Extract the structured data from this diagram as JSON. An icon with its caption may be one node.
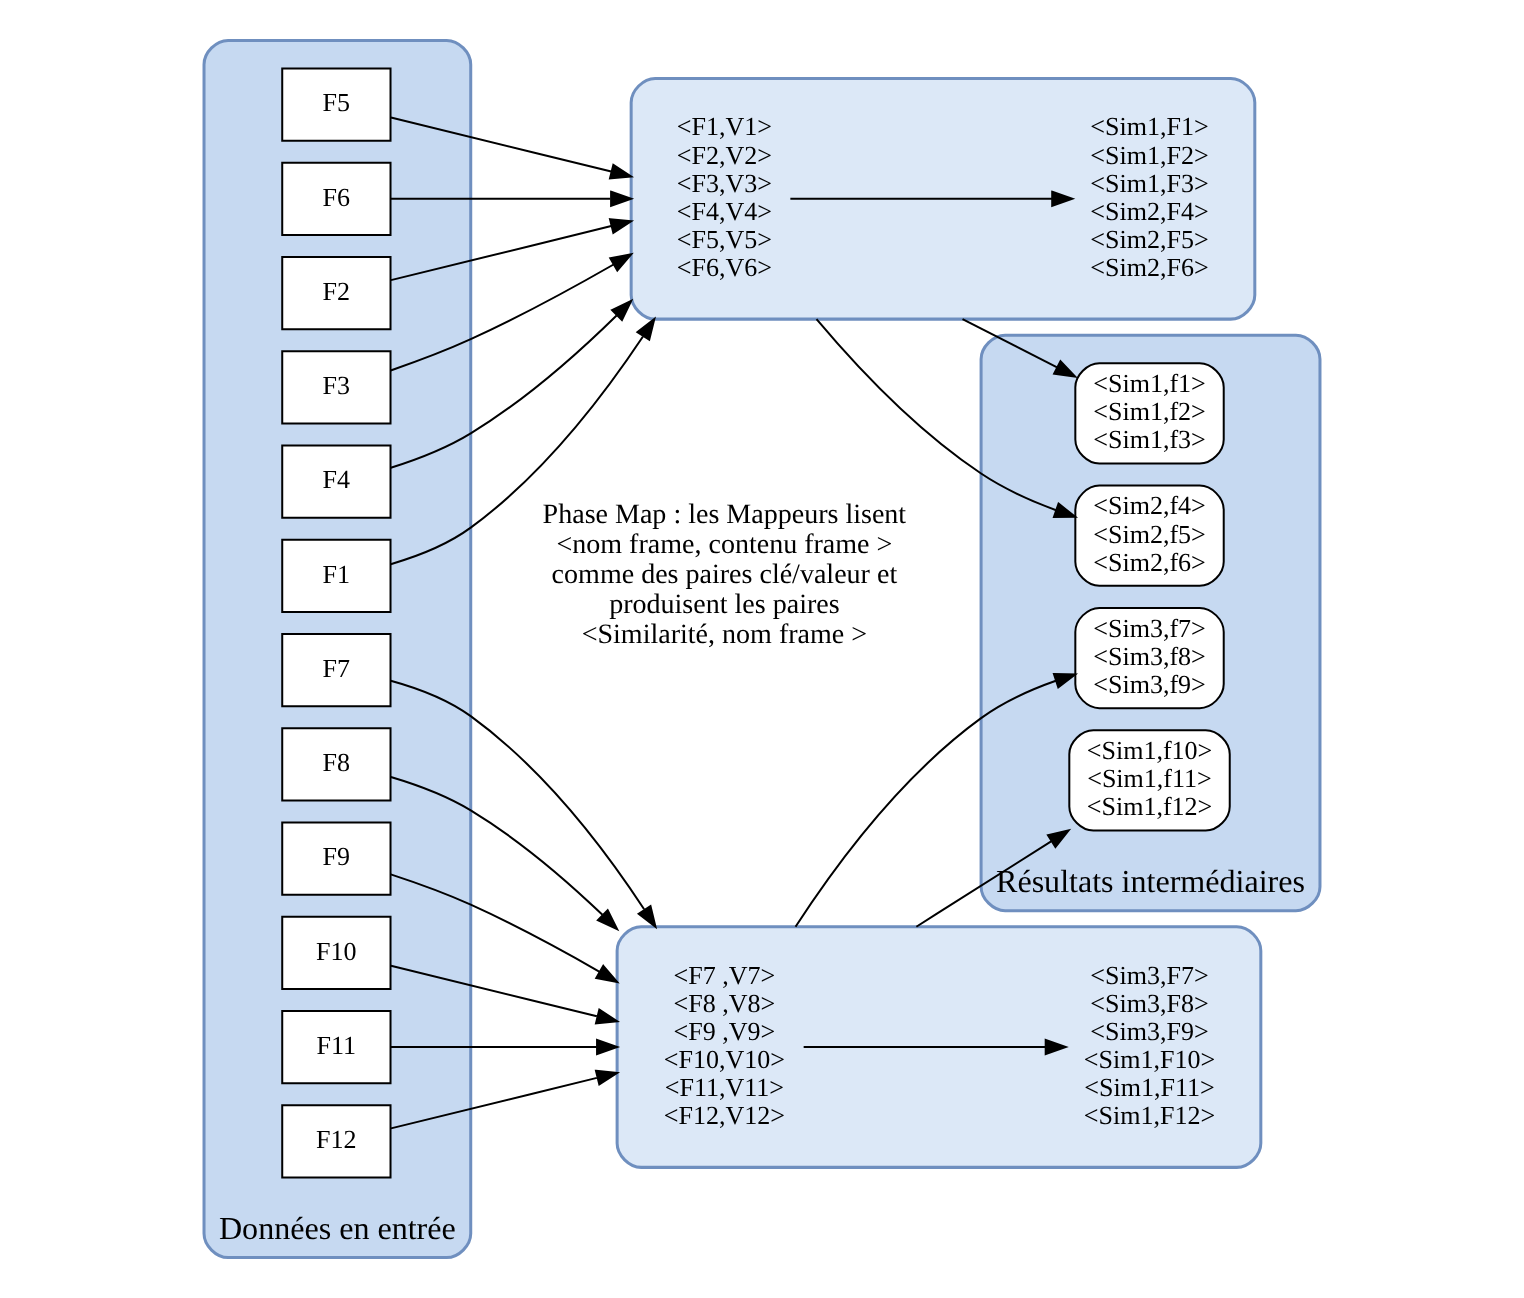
{
  "diagram": {
    "nodes": [
      {
        "text": [],
        "shape": "box",
        "beside": [
          "Données en entrée"
        ]
      },
      {
        "text": [
          "F1"
        ],
        "in": 0
      },
      {
        "text": [
          "F2"
        ],
        "in": 0
      },
      {
        "text": [
          "F3"
        ],
        "in": 0
      },
      {
        "text": [
          "F4"
        ],
        "in": 0
      },
      {
        "text": [
          "F5"
        ],
        "in": 0
      },
      {
        "text": [
          "F6"
        ],
        "in": 0
      },
      {
        "text": [
          "F7"
        ],
        "in": 0
      },
      {
        "text": [
          "F8"
        ],
        "in": 0
      },
      {
        "text": [
          "F9"
        ],
        "in": 0
      },
      {
        "text": [
          "F10"
        ],
        "in": 0
      },
      {
        "text": [
          "F11"
        ],
        "in": 0
      },
      {
        "text": [
          "F12"
        ],
        "in": 0
      },
      {
        "text": [],
        "shape": "box"
      },
      {
        "text": [
          "<F1,V1> <F2,V2> <F3,V3> <F4,V4> <F5,V5> <F6,V6>"
        ],
        "in": 13
      },
      {
        "text": [
          "<Sim1,F1> <Sim1,F2> <Sim1,F3> <Sim2,F4> <Sim2,F5> <Sim2,F6>"
        ],
        "in": 13
      },
      {
        "text": [],
        "shape": "box"
      },
      {
        "text": [
          "<F7 ,V7> <F8 ,V8> <F9 ,V9> <F10,V10> <F11,V11> <F12,V12>"
        ],
        "in": 16
      },
      {
        "text": [
          "<Sim3,F7> <Sim3,F8> <Sim3,F9> <Sim1,F10> <Sim1,F11> <Sim1,F12>"
        ],
        "in": 16
      },
      {
        "text": [],
        "shape": "box",
        "beside": [
          "Résultats intermédiaires"
        ]
      },
      {
        "text": [
          "<Sim1,f1> <Sim1,f2> <Sim1,f3>"
        ],
        "in": 19
      },
      {
        "text": [
          "<Sim2,f4> <Sim2,f5> <Sim2,f6>"
        ],
        "in": 19
      },
      {
        "text": [
          "<Sim3,f7> <Sim3,f8> <Sim3,f9>"
        ],
        "in": 19
      },
      {
        "text": [
          "<Sim1,f10> <Sim1,f11> <Sim1,f12>"
        ],
        "in": 19
      }
    ],
    "edges": [
      {
        "from": 1,
        "to": 13,
        "arrow": "to"
      },
      {
        "from": 2,
        "to": 13,
        "arrow": "to"
      },
      {
        "from": 3,
        "to": 13,
        "arrow": "to"
      },
      {
        "from": 4,
        "to": 13,
        "arrow": "to"
      },
      {
        "from": 5,
        "to": 13,
        "arrow": "to"
      },
      {
        "from": 6,
        "to": 13,
        "arrow": "to"
      },
      {
        "from": 7,
        "to": 16,
        "arrow": "to"
      },
      {
        "from": 8,
        "to": 16,
        "arrow": "to"
      },
      {
        "from": 9,
        "to": 16,
        "arrow": "to"
      },
      {
        "from": 10,
        "to": 16,
        "arrow": "to"
      },
      {
        "from": 11,
        "to": 16,
        "arrow": "to"
      },
      {
        "from": 12,
        "to": 16,
        "arrow": "to"
      },
      {
        "from": 14,
        "to": 15,
        "arrow": "to"
      },
      {
        "from": 17,
        "to": 18,
        "arrow": "to"
      },
      {
        "from": 13,
        "to": 20,
        "arrow": "to"
      },
      {
        "from": 13,
        "to": 21,
        "arrow": "to"
      },
      {
        "from": 16,
        "to": 22,
        "arrow": "to"
      },
      {
        "from": 16,
        "to": 23,
        "arrow": "to"
      }
    ],
    "labels": [
      "Phase Map : les Mappeurs lisent <nom frame, contenu frame > comme des paires clé/valeur et produisent les paires <Similarité, nom frame >"
    ]
  }
}
